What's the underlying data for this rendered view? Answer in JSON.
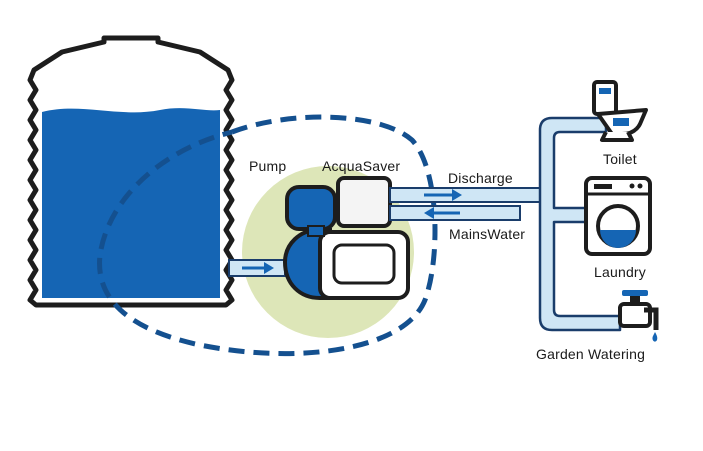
{
  "labels": {
    "pump": "Pump",
    "acquasaver": "AcquaSaver",
    "discharge": "Discharge",
    "mains_water": "MainsWater",
    "toilet": "Toilet",
    "laundry": "Laundry",
    "garden_watering": "Garden Watering"
  },
  "icons": [
    "water-tank",
    "pump",
    "acquasaver-unit",
    "toilet-icon",
    "washing-machine-icon",
    "garden-tap-icon"
  ],
  "colors": {
    "water": "#1565b4",
    "pipe_fill": "#cfe6f5",
    "pipe_stroke": "#1a3d6b",
    "dashed_loop": "#14508f",
    "pump_halo": "#dde6b8",
    "outline": "#1d1d1d"
  }
}
